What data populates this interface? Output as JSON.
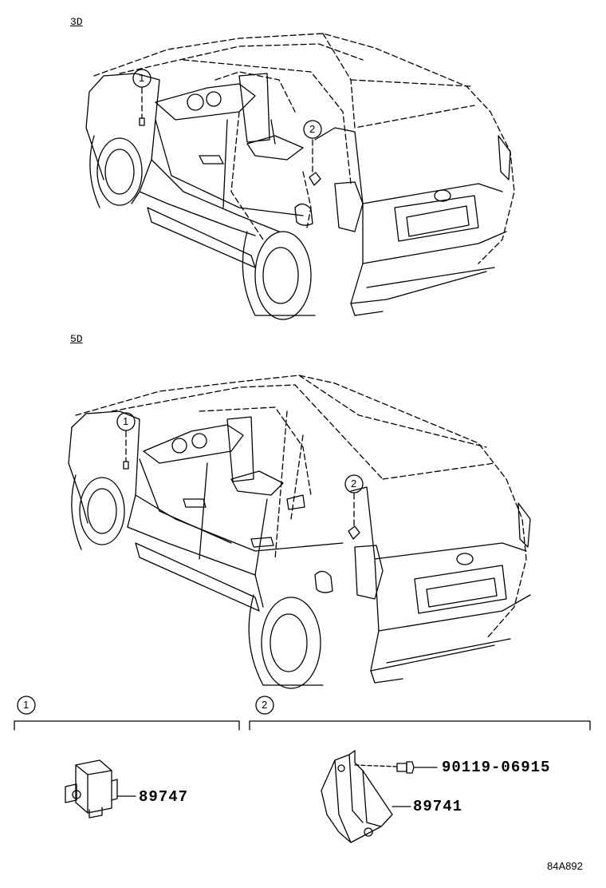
{
  "views": [
    {
      "label": "3D"
    },
    {
      "label": "5D"
    }
  ],
  "callouts": {
    "c1": "1",
    "c2": "2"
  },
  "sections": [
    {
      "number": "1",
      "parts": [
        {
          "number": "89747"
        }
      ]
    },
    {
      "number": "2",
      "parts": [
        {
          "number": "90119-06915"
        },
        {
          "number": "89741"
        }
      ]
    }
  ],
  "drawing_code": "84A892"
}
